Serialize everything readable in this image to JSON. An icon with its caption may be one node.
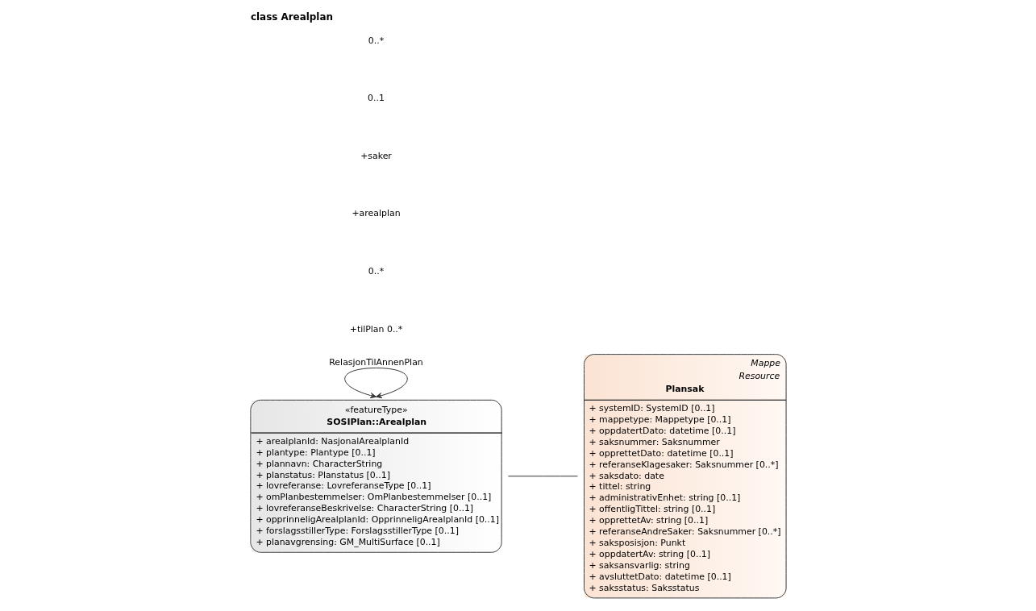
{
  "diagram": {
    "title": "class Arealplan",
    "nodes": [
      {
        "text": [
          "«featureType»",
          "SOSIPlan::Arealplan",
          "+ arealplanId: NasjonalArealplanId",
          "+ plantype: Plantype [0..1]",
          "+ plannavn: CharacterString",
          "+ planstatus: Planstatus [0..1]",
          "+ lovreferanse: LovreferanseType [0..1]",
          "+ omPlanbestemmelser: OmPlanbestemmelser [0..1]",
          "+ lovreferanseBeskrivelse: CharacterString [0..1]",
          "+ opprinneligArealplanId: OpprinneligArealplanId [0..1]",
          "+ forslagsstillerType: ForslagsstillerType [0..1]",
          "+ planavgrensing: GM_MultiSurface [0..1]"
        ]
      },
      {
        "text": [
          "Mappe",
          "Resource",
          "Plansak",
          "+ systemID: SystemID [0..1]",
          "+ mappetype: Mappetype [0..1]",
          "+ oppdatertDato: datetime [0..1]",
          "+ saksnummer: Saksnummer",
          "+ opprettetDato: datetime [0..1]",
          "+ referanseKlagesaker: Saksnummer [0..*]",
          "+ saksdato: date",
          "+ tittel: string",
          "+ administrativEnhet: string [0..1]",
          "+ offentligTittel: string [0..1]",
          "+ opprettetAv: string [0..1]",
          "+ referanseAndreSaker: Saksnummer [0..*]",
          "+ saksposisjon: Punkt",
          "+ oppdatertAv: string [0..1]",
          "+ saksansvarlig: string",
          "+ avsluttetDato: datetime [0..1]",
          "+ saksstatus: Saksstatus"
        ]
      }
    ],
    "edges": [
      {
        "from": 0,
        "to": 0,
        "arrow": "both",
        "label": "RelasjonTilAnnenPlan"
      },
      {
        "from": 0,
        "to": 1,
        "arrow": "none"
      }
    ],
    "labels": [
      "+tilPlan 0..*",
      "0..*",
      "+arealplan",
      "+saker",
      "0..1",
      "0..*"
    ]
  }
}
